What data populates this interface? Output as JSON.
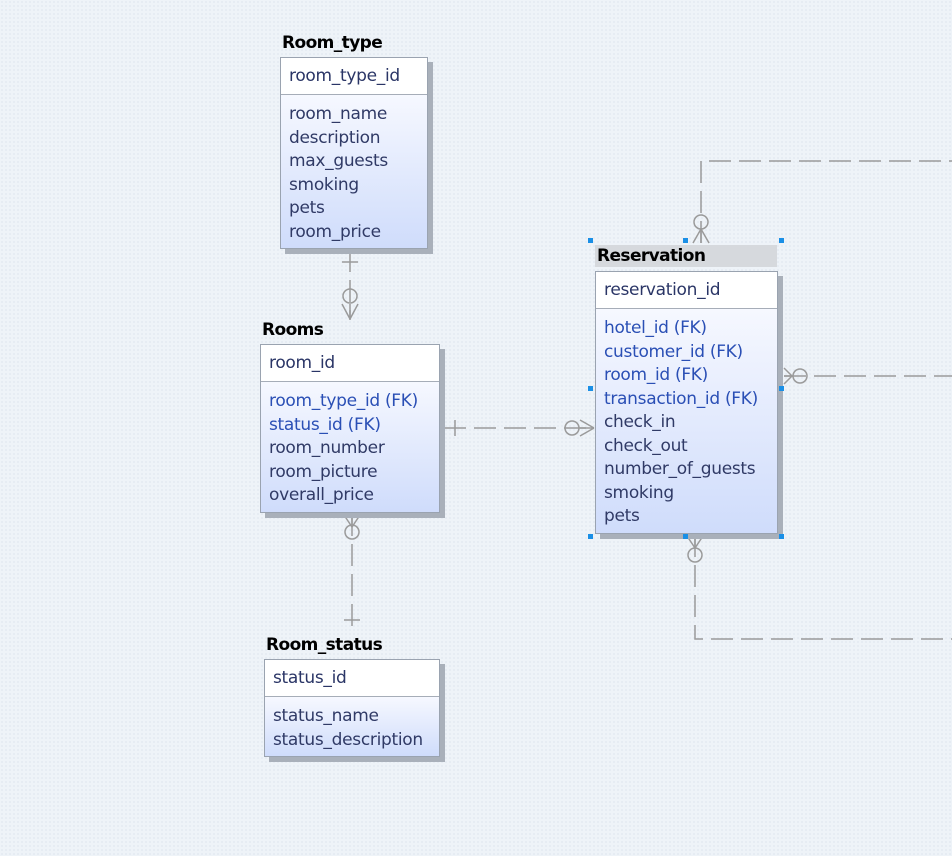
{
  "entities": {
    "room_type": {
      "title": "Room_type",
      "pk": "room_type_id",
      "attrs": [
        "room_name",
        "description",
        "max_guests",
        "smoking",
        "pets",
        "room_price"
      ]
    },
    "rooms": {
      "title": "Rooms",
      "pk": "room_id",
      "attrs": [
        "room_type_id (FK)",
        "status_id (FK)",
        "room_number",
        "room_picture",
        "overall_price"
      ]
    },
    "room_status": {
      "title": "Room_status",
      "pk": "status_id",
      "attrs": [
        "status_name",
        "status_description"
      ]
    },
    "reservation": {
      "title": "Reservation",
      "pk": "reservation_id",
      "attrs": [
        "hotel_id (FK)",
        "customer_id (FK)",
        "room_id (FK)",
        "transaction_id (FK)",
        "check_in",
        "check_out",
        "number_of_guests",
        "smoking",
        "pets"
      ],
      "selected": true
    }
  },
  "colors": {
    "background": "#eef3f8",
    "connector": "#9a9a9a",
    "fk_text": "#2a4fb5",
    "attr_text": "#303a66",
    "selection_handle": "#1a8fe6"
  }
}
